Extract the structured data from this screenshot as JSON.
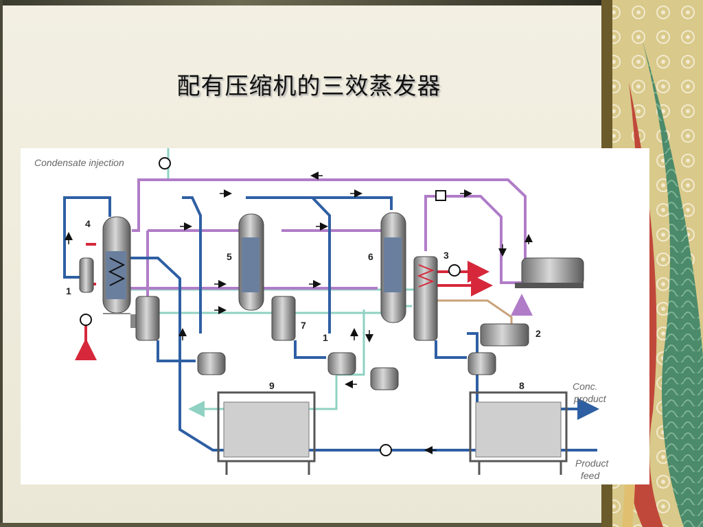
{
  "slide": {
    "title": "配有压缩机的三效蒸发器"
  },
  "diagram": {
    "labels": {
      "condensate_injection": "Condensate injection",
      "conc_product_line1": "Conc.",
      "conc_product_line2": "product",
      "product_feed_line1": "Product",
      "product_feed_line2": "feed"
    },
    "numbers": {
      "n4": "4",
      "n1_left": "1",
      "n5": "5",
      "n6": "6",
      "n3": "3",
      "n7": "7",
      "n1_mid": "1",
      "n2": "2",
      "n9": "9",
      "n8": "8"
    },
    "colors": {
      "product_line": "#2e5fa3",
      "vapour_line": "#b07cc8",
      "steam_line": "#d6283a",
      "condensate_line": "#8fd1c2",
      "cooling_line": "#c8a27a",
      "equipment": "#8a8a8a"
    }
  }
}
